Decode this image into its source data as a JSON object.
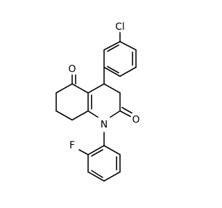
{
  "molecule": {
    "atoms": {
      "chlorine": "Cl",
      "ketone_oxygen": "O",
      "lactam_oxygen": "O",
      "nitrogen": "N",
      "fluorine": "F"
    }
  }
}
